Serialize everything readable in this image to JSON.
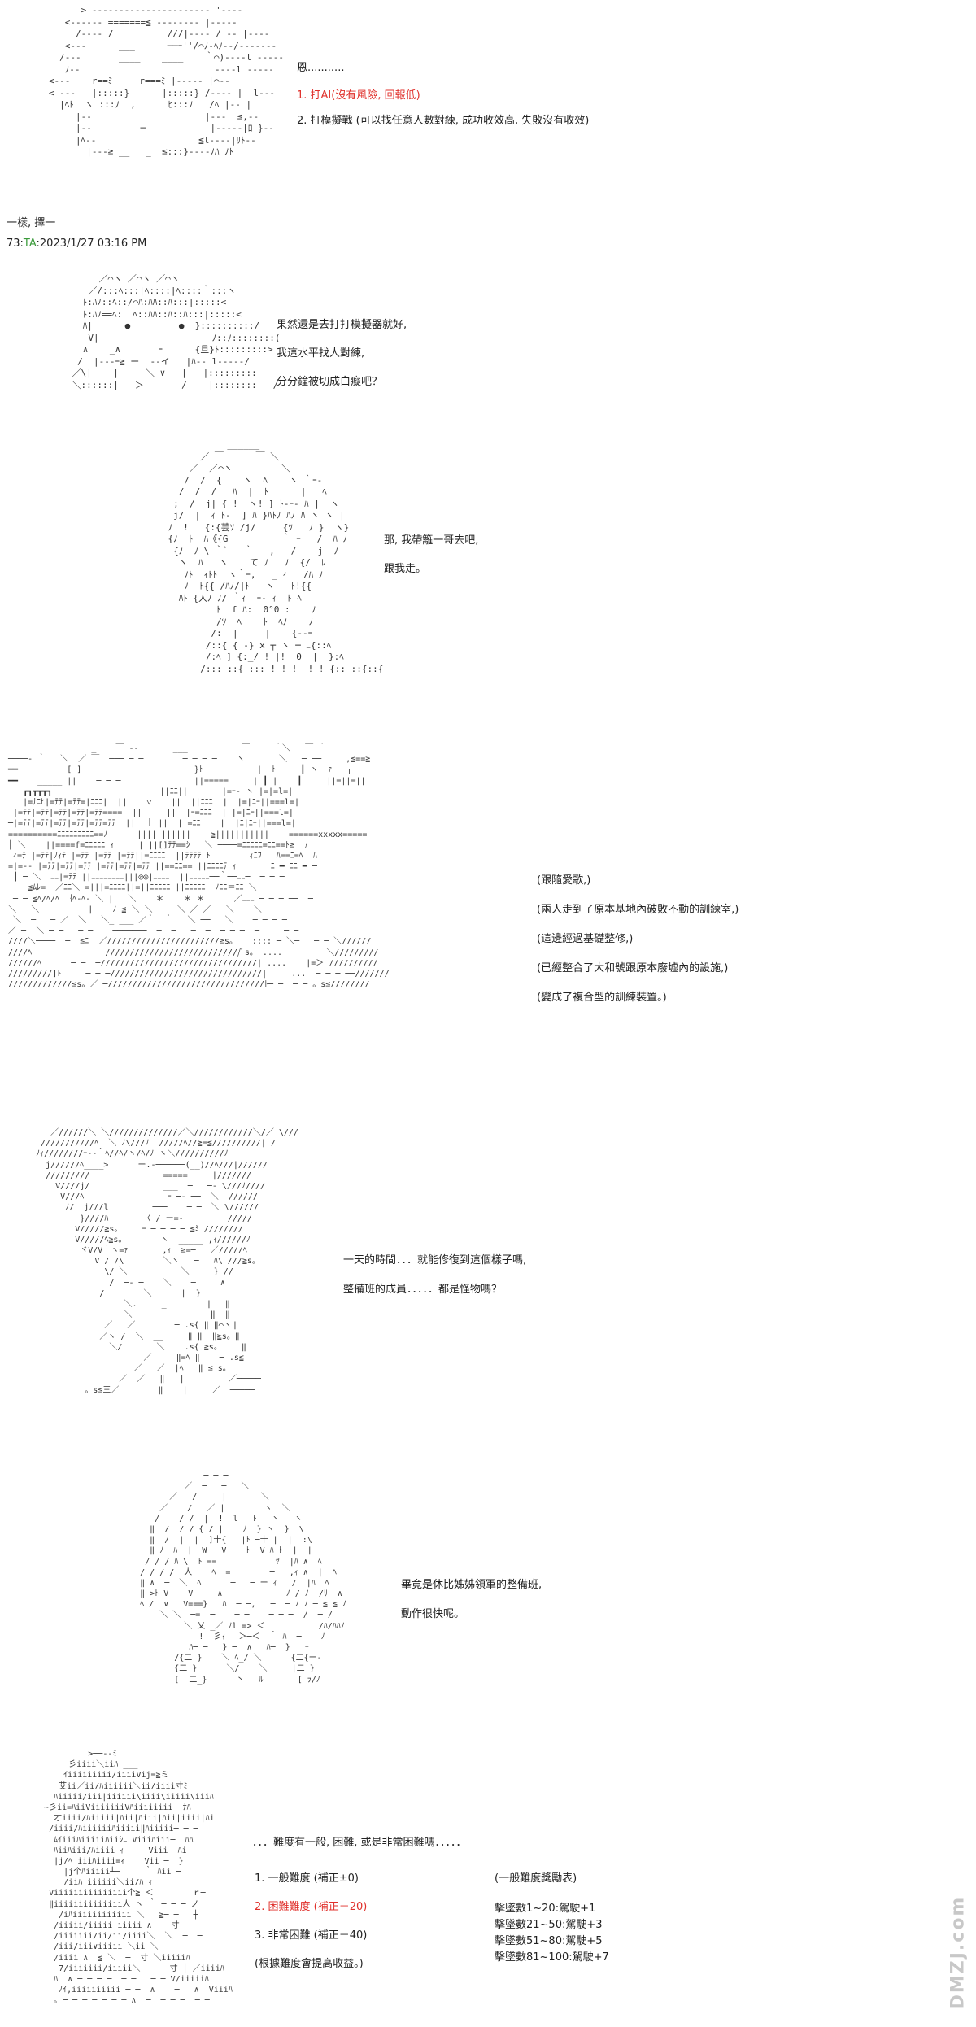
{
  "panel1": {
    "lines": [
      "恩...........",
      "1. 打AI(沒有風險, 回報低)",
      "2. 打模擬戰 (可以找任意人數對練, 成功收效高, 失敗沒有收效)"
    ]
  },
  "caption": "一樣, 擇一",
  "post_header": {
    "number": "73:",
    "author": "TA",
    "date": ":2023/1/27 03:16 PM"
  },
  "panel2": {
    "lines": [
      "果然還是去打打模擬器就好,",
      "我這水平找人對練,",
      "分分鐘被切成白癡吧？"
    ]
  },
  "panel3": {
    "lines": [
      "那, 我帶籬一哥去吧,",
      "跟我走。"
    ]
  },
  "panel4": {
    "lines": [
      "(跟隨愛歌,)",
      "(兩人走到了原本基地內破敗不動的訓練室,)",
      "(這邊經過基礎整修,)",
      "(已經整合了大和號跟原本廢墟內的設施,)",
      "(變成了複合型的訓練裝置。)"
    ]
  },
  "panel5": {
    "lines": [
      "一天的時間．．．就能修復到這個樣子嗎,",
      "整備班的成員．．．．．都是怪物嗎？"
    ]
  },
  "panel6": {
    "lines": [
      "畢竟是休比姊姊領軍的整備班,",
      "動作很快呢。"
    ]
  },
  "panel7": {
    "question": "．．．難度有一般, 困難, 或是非常困難嗎．．．．．",
    "options": [
      "1. 一般難度 (補正±0)",
      "2. 困難難度 (補正－20)",
      "3. 非常困難 (補正－40)",
      "(根據難度會提高收益。)"
    ],
    "reward_title": "(一般難度獎勵表)",
    "rewards": [
      "擊墜數1~20:駕駛+1",
      "擊墜數21~50:駕駛+3",
      "擊墜數51~80:駕駛+5",
      "擊墜數81~100:駕駛+7"
    ]
  },
  "watermark": "DMZJ.com"
}
